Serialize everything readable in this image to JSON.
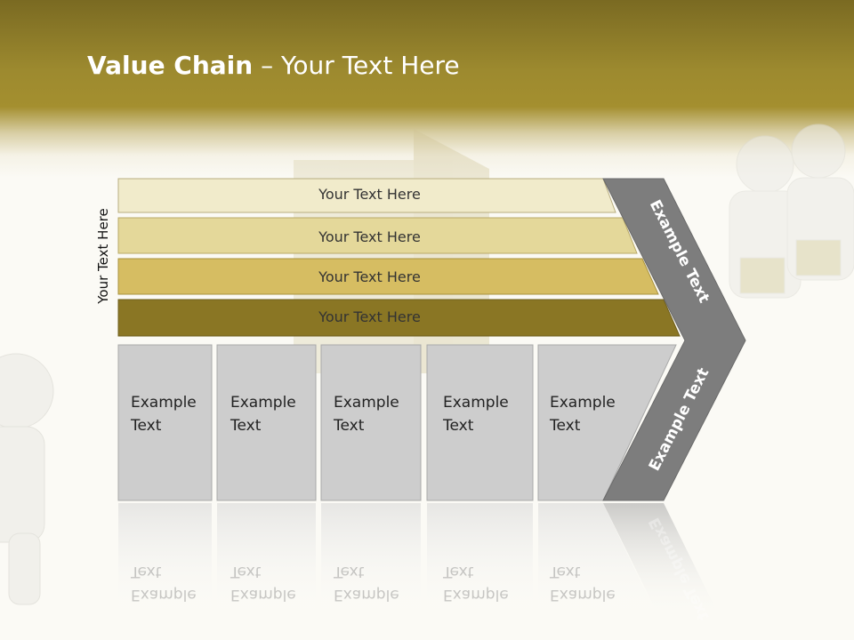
{
  "title": {
    "bold": "Value Chain",
    "rest": " – Your Text Here"
  },
  "side_label": "Your Text Here",
  "rows": [
    {
      "label": "Your Text Here",
      "color": "#f1ebcb"
    },
    {
      "label": "Your Text Here",
      "color": "#e4d89a"
    },
    {
      "label": "Your Text Here",
      "color": "#d6bd62"
    },
    {
      "label": "Your Text Here",
      "color": "#8a7624"
    }
  ],
  "columns": [
    {
      "line1": "Example",
      "line2": "Text"
    },
    {
      "line1": "Example",
      "line2": "Text"
    },
    {
      "line1": "Example",
      "line2": "Text"
    },
    {
      "line1": "Example",
      "line2": "Text"
    },
    {
      "line1": "Example",
      "line2": "Text"
    }
  ],
  "chevron": {
    "upper": "Example Text",
    "lower": "Example Text",
    "color": "#7d7d7d"
  },
  "colors": {
    "header": "#9d8a2f",
    "column_fill": "#cdcdcd"
  }
}
